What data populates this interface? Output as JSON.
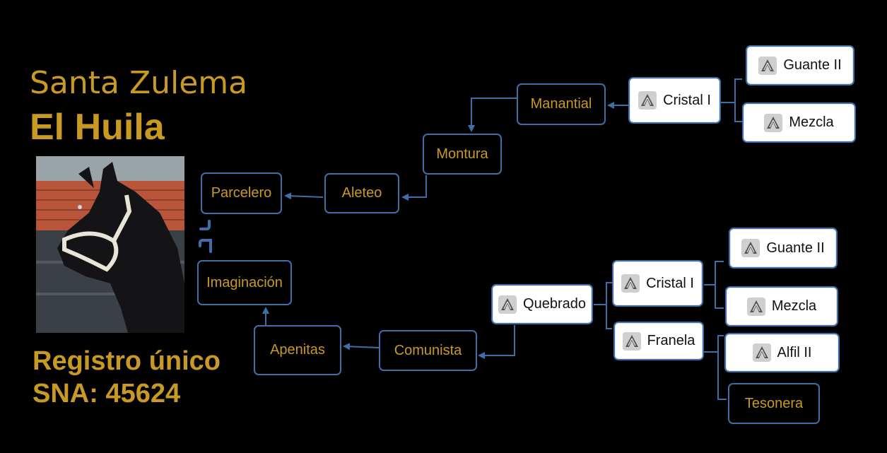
{
  "header": {
    "farm": "Santa Zulema",
    "horse_name": "El Huila"
  },
  "registry": {
    "line1": "Registro único",
    "line2": "SNA: 45624"
  },
  "photo": {
    "icon": "horse-photo"
  },
  "colors": {
    "gold": "#c89a22",
    "accent_blue": "#3f6fa8",
    "background": "#000000"
  },
  "pedigree": {
    "parcelero": "Parcelero",
    "aleteo": "Aleteo",
    "montura": "Montura",
    "manantial": "Manantial",
    "cristal_top": "Cristal I",
    "guante_top": "Guante II",
    "mezcla_top": "Mezcla",
    "imaginacion": "Imaginación",
    "apenitas": "Apenitas",
    "comunista": "Comunista",
    "quebrado": "Quebrado",
    "cristal_bottom": "Cristal I",
    "guante_bottom": "Guante II",
    "mezcla_bottom": "Mezcla",
    "franela": "Franela",
    "alfil": "Alfil II",
    "tesonera": "Tesonera"
  },
  "node_icon": "horseshoe-icon"
}
